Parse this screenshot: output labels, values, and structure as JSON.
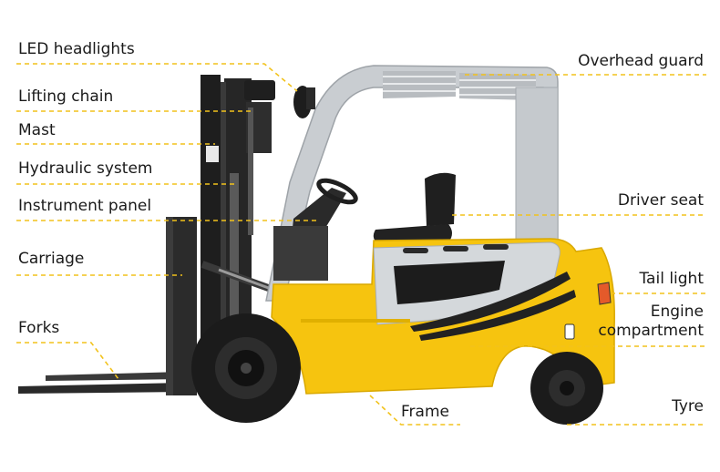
{
  "colors": {
    "leader": "#f2c21b",
    "body_yellow": "#f6c40f",
    "body_yellow_dark": "#d9a800",
    "panel_silver": "#cfd3d6",
    "mast_black": "#1e1e1e",
    "tire_black": "#1b1b1b",
    "accent_black": "#222222"
  },
  "labels": {
    "led_headlights": "LED headlights",
    "lifting_chain": "Lifting chain",
    "mast": "Mast",
    "hydraulic_system": "Hydraulic system",
    "instrument_panel": "Instrument panel",
    "carriage": "Carriage",
    "forks": "Forks",
    "overhead_guard": "Overhead guard",
    "driver_seat": "Driver seat",
    "tail_light": "Tail light",
    "engine_compartment_line1": "Engine",
    "engine_compartment_line2": "compartment",
    "frame": "Frame",
    "tyre": "Tyre"
  }
}
